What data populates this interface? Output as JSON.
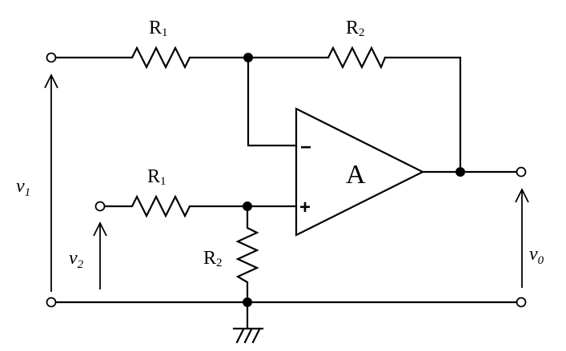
{
  "resistors": {
    "r1_top": {
      "name": "R",
      "sub": "1"
    },
    "r2_top": {
      "name": "R",
      "sub": "2"
    },
    "r1_mid": {
      "name": "R",
      "sub": "1"
    },
    "r2_ground": {
      "name": "R",
      "sub": "2"
    }
  },
  "opamp": {
    "label": "A",
    "inverting_sign": "−",
    "noninverting_sign": "+"
  },
  "voltages": {
    "v1": {
      "symbol": "v",
      "sub": "1"
    },
    "v2": {
      "symbol": "v",
      "sub": "2"
    },
    "v0": {
      "symbol": "v",
      "sub": "0"
    }
  }
}
